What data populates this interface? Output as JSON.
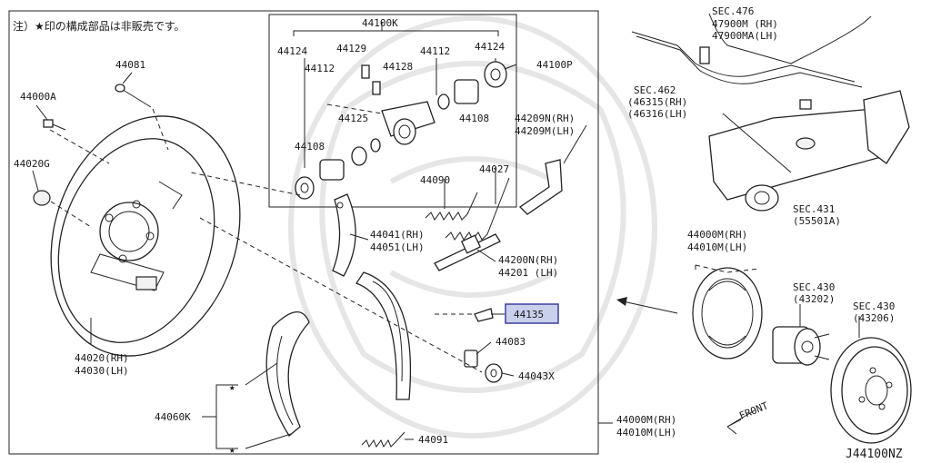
{
  "note": "注）★印の構成部品は非販売です。",
  "diagram_code": "J44100NZ",
  "front_label": "FRONT",
  "highlighted_part": "44135",
  "labels": {
    "p44100K": "44100K",
    "p44124a": "44124",
    "p44129": "44129",
    "p44112a": "44112",
    "p44128": "44128",
    "p44112b": "44112",
    "p44124b": "44124",
    "p44100P": "44100P",
    "p44125": "44125",
    "p44108a": "44108",
    "p44108b": "44108",
    "p44081": "44081",
    "p44000A": "44000A",
    "p44020G": "44020G",
    "p44209N": "44209N(RH)",
    "p44209M": "44209M(LH)",
    "p44027": "44027",
    "p44090": "44090",
    "p44041": "44041(RH)",
    "p44051": "44051(LH)",
    "p44200N": "44200N(RH)",
    "p44201": "44201 (LH)",
    "p44135": "44135",
    "p44083": "44083",
    "p44043X": "44043X",
    "p44060K": "44060K",
    "p44091": "44091",
    "p44020": "44020(RH)",
    "p44030": "44030(LH)",
    "p44000Mb": "44000M(RH)",
    "p44010Mb": "44010M(LH)",
    "p44000Mr": "44000M(RH)",
    "p44010Mr": "44010M(LH)",
    "sec476": "SEC.476",
    "p47900M": "47900M (RH)",
    "p47900MA": "47900MA(LH)",
    "sec462": "SEC.462",
    "p46315": "(46315(RH)",
    "p46316": "(46316(LH)",
    "sec431": "SEC.431",
    "p55501A": "(55501A)",
    "sec430a": "SEC.430",
    "p43202": "(43202)",
    "sec430b": "SEC.430",
    "p43206": "(43206)"
  },
  "star_marks": [
    "★",
    "★"
  ]
}
